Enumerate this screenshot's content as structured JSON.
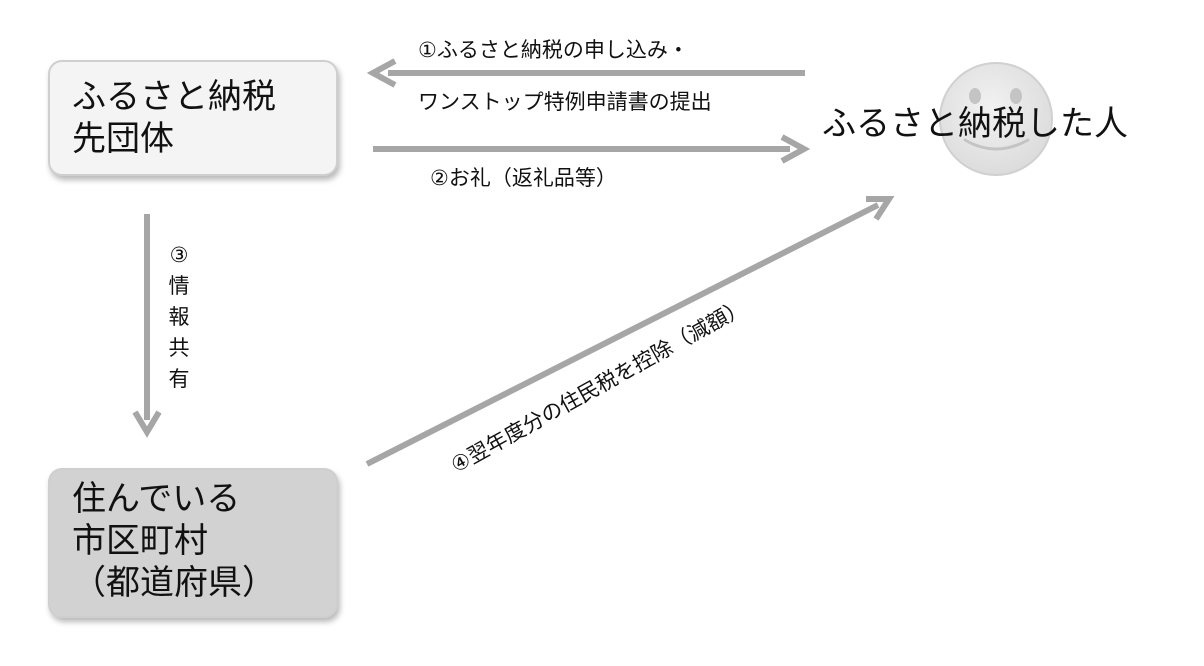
{
  "boxes": {
    "furusato_org": {
      "lines": [
        "ふるさと納税",
        "先団体"
      ]
    },
    "city": {
      "lines": [
        "住んでいる",
        "市区町村",
        "（都道府県）"
      ]
    }
  },
  "person": {
    "label": "ふるさと納税した人",
    "icon": "smiley-face-icon"
  },
  "arrows": {
    "step1": {
      "line1": "①ふるさと納税の申し込み・",
      "line2": "ワンストップ特例申請書の提出"
    },
    "step2": {
      "label": "②お礼（返礼品等）"
    },
    "step3": {
      "label": "③情報共有"
    },
    "step4": {
      "label": "④翌年度分の住民税を控除（減額）"
    }
  },
  "colors": {
    "arrow": "#a6a6a6",
    "box_light": "#f4f4f4",
    "box_dark": "#d2d2d2",
    "face": "#e8e8e8"
  }
}
